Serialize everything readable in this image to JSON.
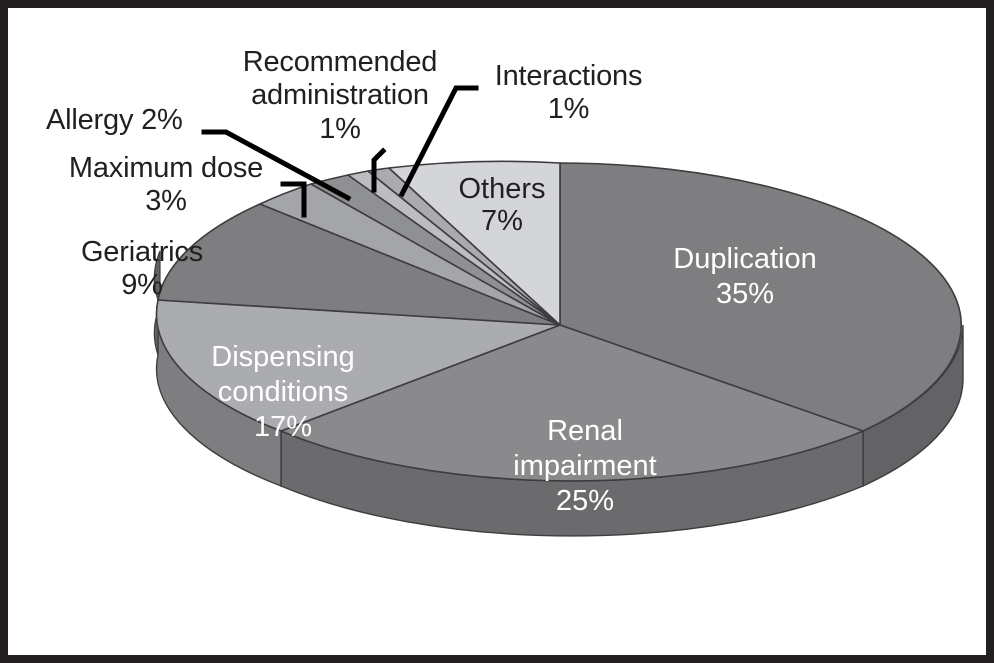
{
  "chart_data": {
    "type": "pie",
    "title": "",
    "subtitle": "",
    "xlabel": "",
    "ylabel": "",
    "legend_position": "none",
    "grid": false,
    "three_d": true,
    "units": "percent",
    "categories": [
      "Duplication",
      "Renal impairment",
      "Dispensing conditions",
      "Geriatrics",
      "Maximum dose",
      "Allergy",
      "Recommended administration",
      "Interactions",
      "Others"
    ],
    "values": [
      35,
      25,
      17,
      9,
      3,
      2,
      1,
      1,
      7
    ],
    "slices": [
      {
        "name": "Duplication",
        "label": "Duplication",
        "value": 35,
        "value_text": "35%",
        "color": "#7e7e81",
        "side_color": "#636366",
        "label_placement": "inside",
        "label_color": "#ffffff"
      },
      {
        "name": "Renal impairment",
        "label": "Renal\nimpairment",
        "value": 25,
        "value_text": "25%",
        "color": "#8a8a8d",
        "side_color": "#6b6b6e",
        "label_placement": "inside",
        "label_color": "#ffffff"
      },
      {
        "name": "Dispensing conditions",
        "label": "Dispensing\nconditions",
        "value": 17,
        "value_text": "17%",
        "color": "#abacb0",
        "side_color": "#7e7e81",
        "label_placement": "inside",
        "label_color": "#ffffff"
      },
      {
        "name": "Geriatrics",
        "label": "Geriatrics",
        "value": 9,
        "value_text": "9%",
        "color": "#7e7e81",
        "side_color": "#636366",
        "label_placement": "outside",
        "label_color": "#231f20"
      },
      {
        "name": "Maximum dose",
        "label": "Maximum dose",
        "value": 3,
        "value_text": "3%",
        "color": "#a4a5a9",
        "side_color": "#7e7e81",
        "label_placement": "outside-leader",
        "label_color": "#231f20"
      },
      {
        "name": "Allergy",
        "label": "Allergy",
        "value": 2,
        "value_text": "2%",
        "color": "#8f9094",
        "side_color": "#6b6b6e",
        "label_placement": "outside-leader",
        "label_color": "#231f20"
      },
      {
        "name": "Recommended administration",
        "label": "Recommended\nadministration",
        "value": 1,
        "value_text": "1%",
        "color": "#bcbdc1",
        "side_color": "#8a8a8d",
        "label_placement": "outside-leader",
        "label_color": "#231f20"
      },
      {
        "name": "Interactions",
        "label": "Interactions",
        "value": 1,
        "value_text": "1%",
        "color": "#aaabaf",
        "side_color": "#7e7e81",
        "label_placement": "outside-leader",
        "label_color": "#231f20"
      },
      {
        "name": "Others",
        "label": "Others",
        "value": 7,
        "value_text": "7%",
        "color": "#d4d5d8",
        "side_color": "#a4a5a9",
        "label_placement": "inside",
        "label_color": "#231f20"
      }
    ]
  },
  "labels": {
    "allergy": "Allergy 2%",
    "maximum_dose": "Maximum dose\n3%",
    "recommended_administration": "Recommended\nadministration\n1%",
    "interactions": "Interactions\n1%",
    "geriatrics": "Geriatrics\n9%",
    "others_name": "Others",
    "others_value": "7%",
    "duplication_name": "Duplication",
    "duplication_value": "35%",
    "renal_name_1": "Renal",
    "renal_name_2": "impairment",
    "renal_value": "25%",
    "dispensing_name_1": "Dispensing",
    "dispensing_name_2": "conditions",
    "dispensing_value": "17%"
  },
  "style": {
    "frame_color": "#231f20",
    "background": "#ffffff",
    "outline_color": "#3d3d40",
    "leader_color": "#000000"
  }
}
